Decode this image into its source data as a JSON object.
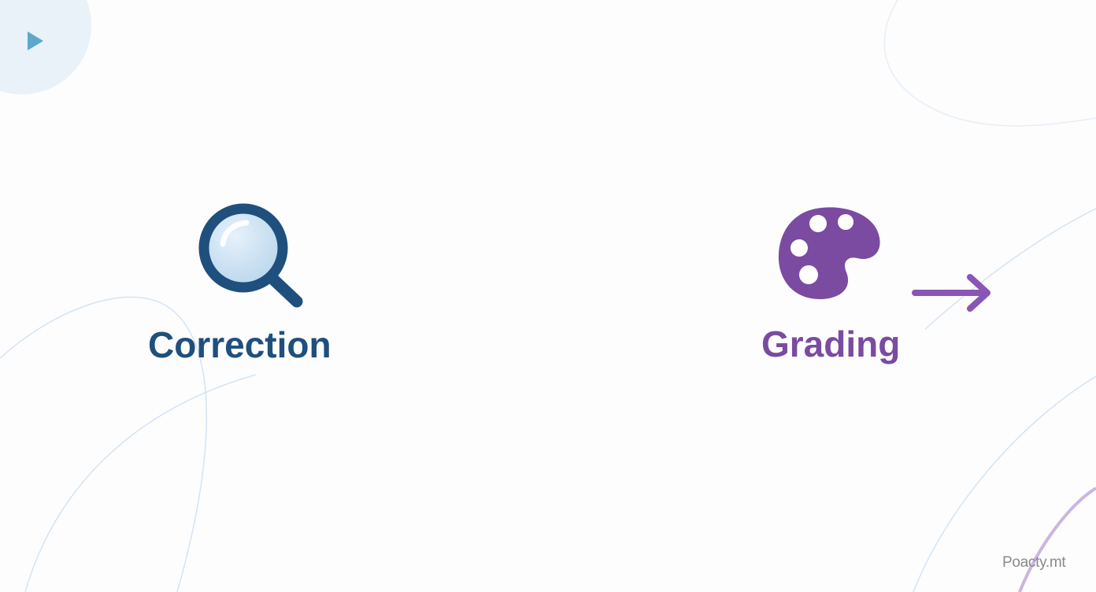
{
  "diagram": {
    "steps": [
      {
        "label": "Correction",
        "icon": "magnifier-icon",
        "color": "#1f4f7d"
      },
      {
        "label": "Grading",
        "icon": "palette-icon",
        "color": "#7a4ba1"
      }
    ],
    "connector": {
      "from_color": "#1f4f7d",
      "to_color": "#7a4ba1"
    }
  },
  "watermark": "Poacty.mt",
  "colors": {
    "background": "#fdfdfd",
    "decor_line": "#cfe0f1",
    "decor_purple": "#c7b3e0",
    "play_circle": "#e8f2f8",
    "play_icon": "#5ea7cd"
  }
}
